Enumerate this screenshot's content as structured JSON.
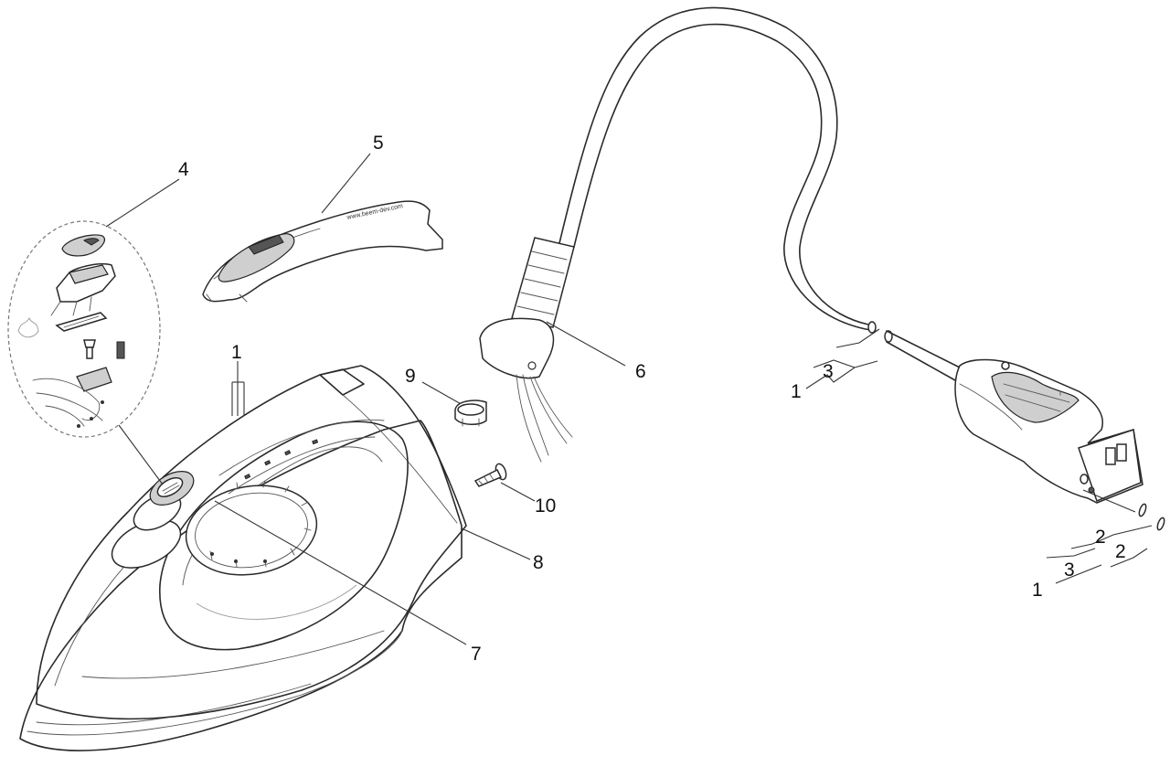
{
  "callouts": {
    "c1_top": "1",
    "c4": "4",
    "c5": "5",
    "c6": "6",
    "c7": "7",
    "c8": "8",
    "c9": "9",
    "c10": "10",
    "cord_c3": "3",
    "cord_c1": "1",
    "plug_c2a": "2",
    "plug_c2b": "2",
    "plug_c3": "3",
    "plug_c1": "1"
  },
  "handle_text": "www.beem-dev.com",
  "colors": {
    "line": "#2a2a2a",
    "background": "#ffffff"
  }
}
